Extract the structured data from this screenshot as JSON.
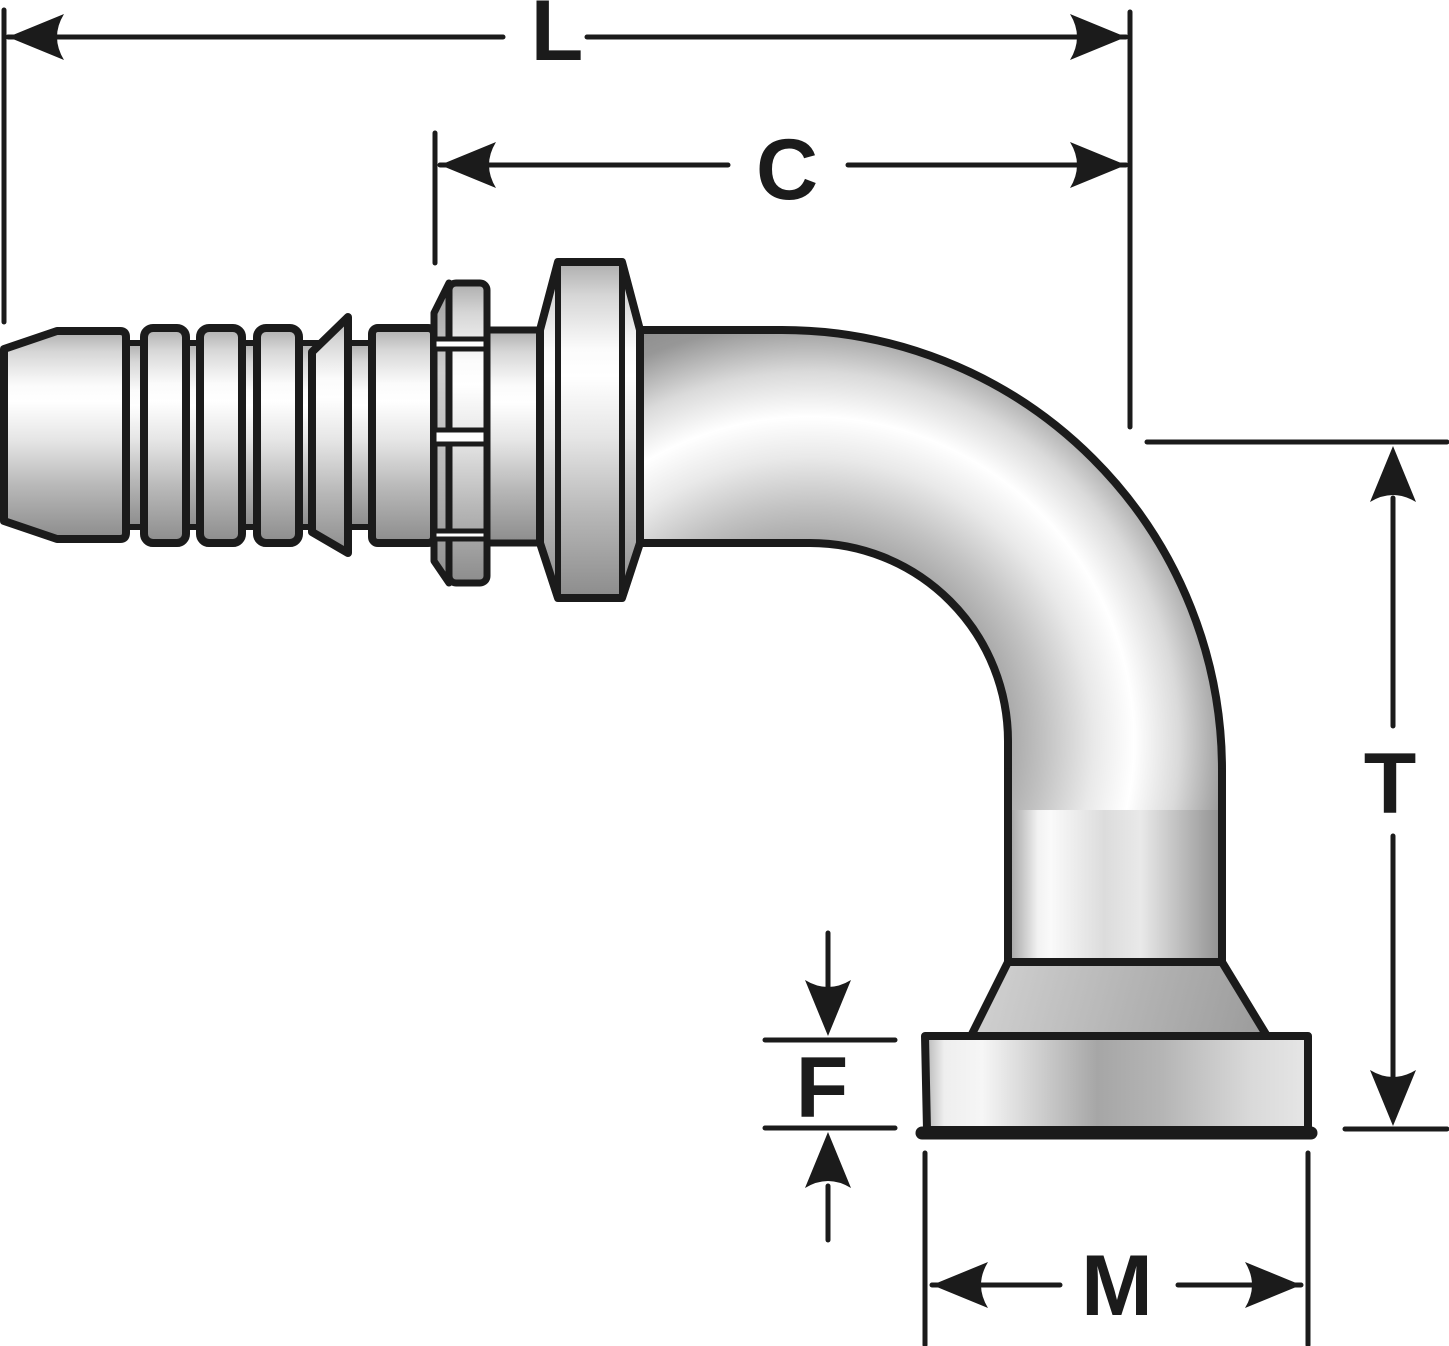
{
  "figure": {
    "background": "#ffffff",
    "outline_color": "#1b1b1b",
    "metal_highlight": "#ffffff",
    "metal_shadow": "#8a8a8a"
  },
  "dimensions": {
    "l": {
      "label": "L"
    },
    "c": {
      "label": "C"
    },
    "t": {
      "label": "T"
    },
    "f": {
      "label": "F"
    },
    "m": {
      "label": "M"
    }
  }
}
